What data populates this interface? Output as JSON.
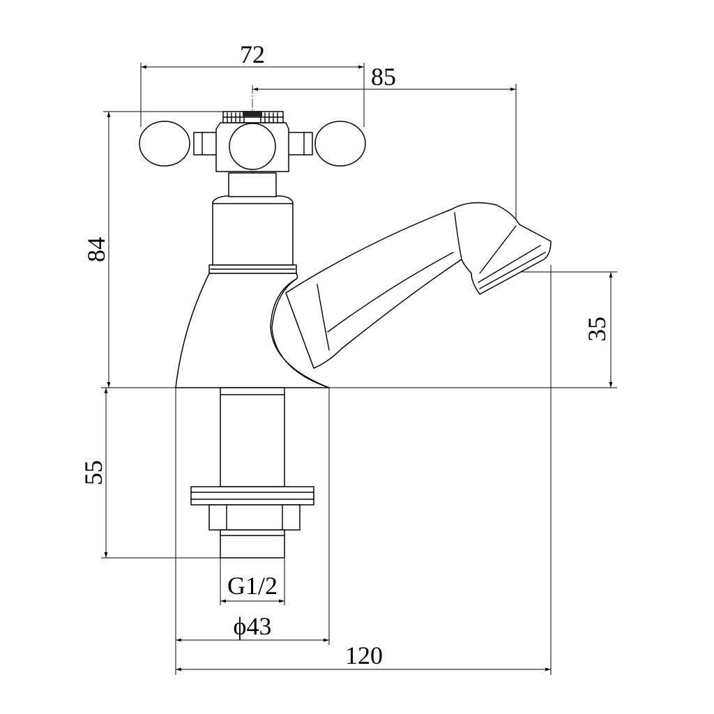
{
  "dimensions": {
    "top_width": "72",
    "spout_reach": "85",
    "height_above_deck": "84",
    "spout_height": "35",
    "shank_length": "55",
    "thread": "G1/2",
    "base_diameter": "ϕ43",
    "overall_length": "120"
  }
}
